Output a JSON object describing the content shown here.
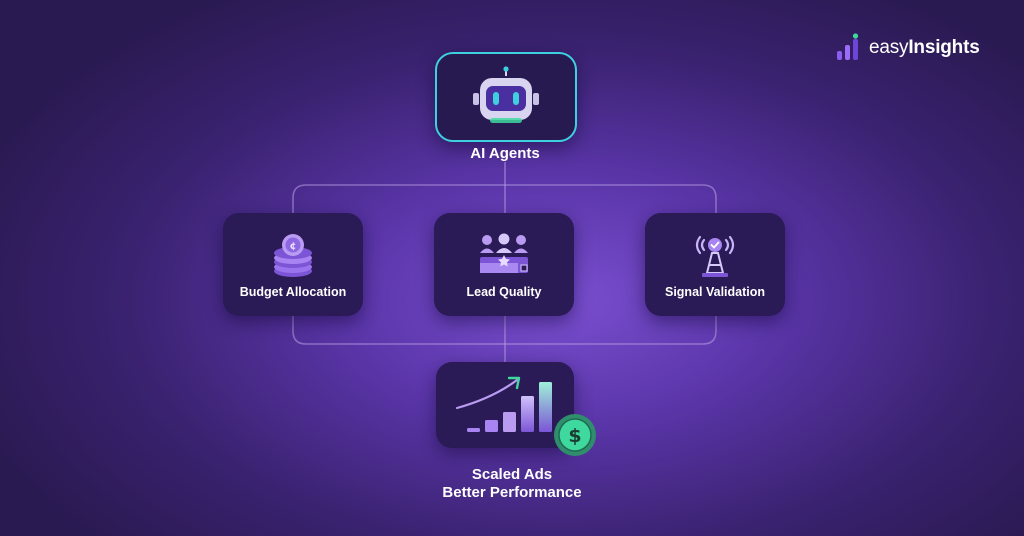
{
  "brand": {
    "name_light": "easy",
    "name_bold": "Insights"
  },
  "nodes": {
    "ai_agents": {
      "label": "AI Agents",
      "icon": "robot-icon"
    },
    "budget": {
      "label": "Budget Allocation",
      "icon": "coins-icon"
    },
    "lead": {
      "label": "Lead Quality",
      "icon": "audience-icon"
    },
    "signal": {
      "label": "Signal Validation",
      "icon": "signal-tower-icon"
    },
    "scaled": {
      "label_line1": "Scaled Ads",
      "label_line2": "Better Performance",
      "icon": "growth-chart-icon",
      "badge_icon": "dollar-coin-icon"
    }
  },
  "colors": {
    "accent_cyan": "#3fd0e0",
    "accent_green": "#3fd9a0",
    "purple_light": "#b99cf2",
    "connector": "#b9a3e6"
  }
}
